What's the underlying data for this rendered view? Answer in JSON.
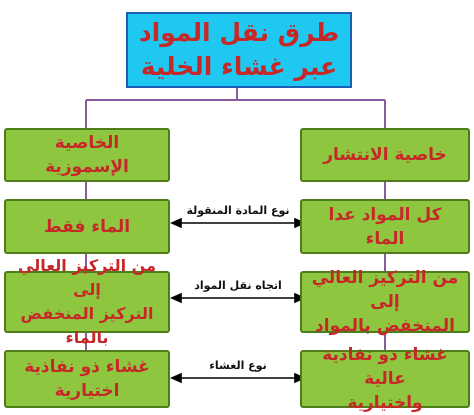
{
  "title": {
    "line1": "طرق نقل المواد",
    "line2": "عبر غشاء الخلية"
  },
  "right_column": {
    "header": "خاصية الانتشار",
    "row1": "كل المواد عدا الماء",
    "row2_line1": "من التركيز العالي إلى",
    "row2_line2": "المنخفض بالمواد",
    "row3_line1": "غشاء ذو نفاذية عالية",
    "row3_line2": "واختيارية"
  },
  "left_column": {
    "header": "الخاصية الإسموزية",
    "row1": "الماء فقط",
    "row2_line1": "من التركيز العالي إلى",
    "row2_line2": "التركيز المنخفض بالماء",
    "row3_line1": "غشاء ذو نفاذية",
    "row3_line2": "اختيارية"
  },
  "comparison_labels": {
    "row1": "نوع المادة المنقولة",
    "row2": "اتجاه نقل المواد",
    "row3": "نوع الغشاء"
  }
}
